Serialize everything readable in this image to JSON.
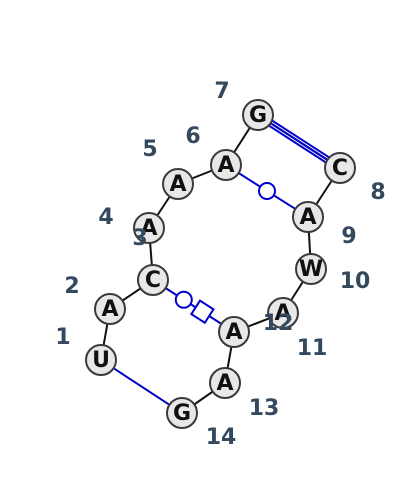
{
  "nucleotides": [
    {
      "index": "1",
      "letter": "U"
    },
    {
      "index": "2",
      "letter": "A"
    },
    {
      "index": "3",
      "letter": "C"
    },
    {
      "index": "4",
      "letter": "A"
    },
    {
      "index": "5",
      "letter": "A"
    },
    {
      "index": "6",
      "letter": "A"
    },
    {
      "index": "7",
      "letter": "G"
    },
    {
      "index": "8",
      "letter": "C"
    },
    {
      "index": "9",
      "letter": "A"
    },
    {
      "index": "10",
      "letter": "W"
    },
    {
      "index": "11",
      "letter": "A"
    },
    {
      "index": "12",
      "letter": "A"
    },
    {
      "index": "13",
      "letter": "A"
    },
    {
      "index": "14",
      "letter": "G"
    }
  ],
  "base_pairs": [
    {
      "from": "1",
      "to": "14",
      "style": "single-line"
    },
    {
      "from": "3",
      "to": "12",
      "style": "circle-square"
    },
    {
      "from": "6",
      "to": "9",
      "style": "circle"
    },
    {
      "from": "7",
      "to": "8",
      "style": "triple-line"
    }
  ],
  "colors": {
    "backbone": "#111111",
    "base_pair": "#0000cc",
    "node_fill": "#e8e8e8",
    "node_stroke": "#3a3a3a",
    "index_label": "#34495e"
  }
}
